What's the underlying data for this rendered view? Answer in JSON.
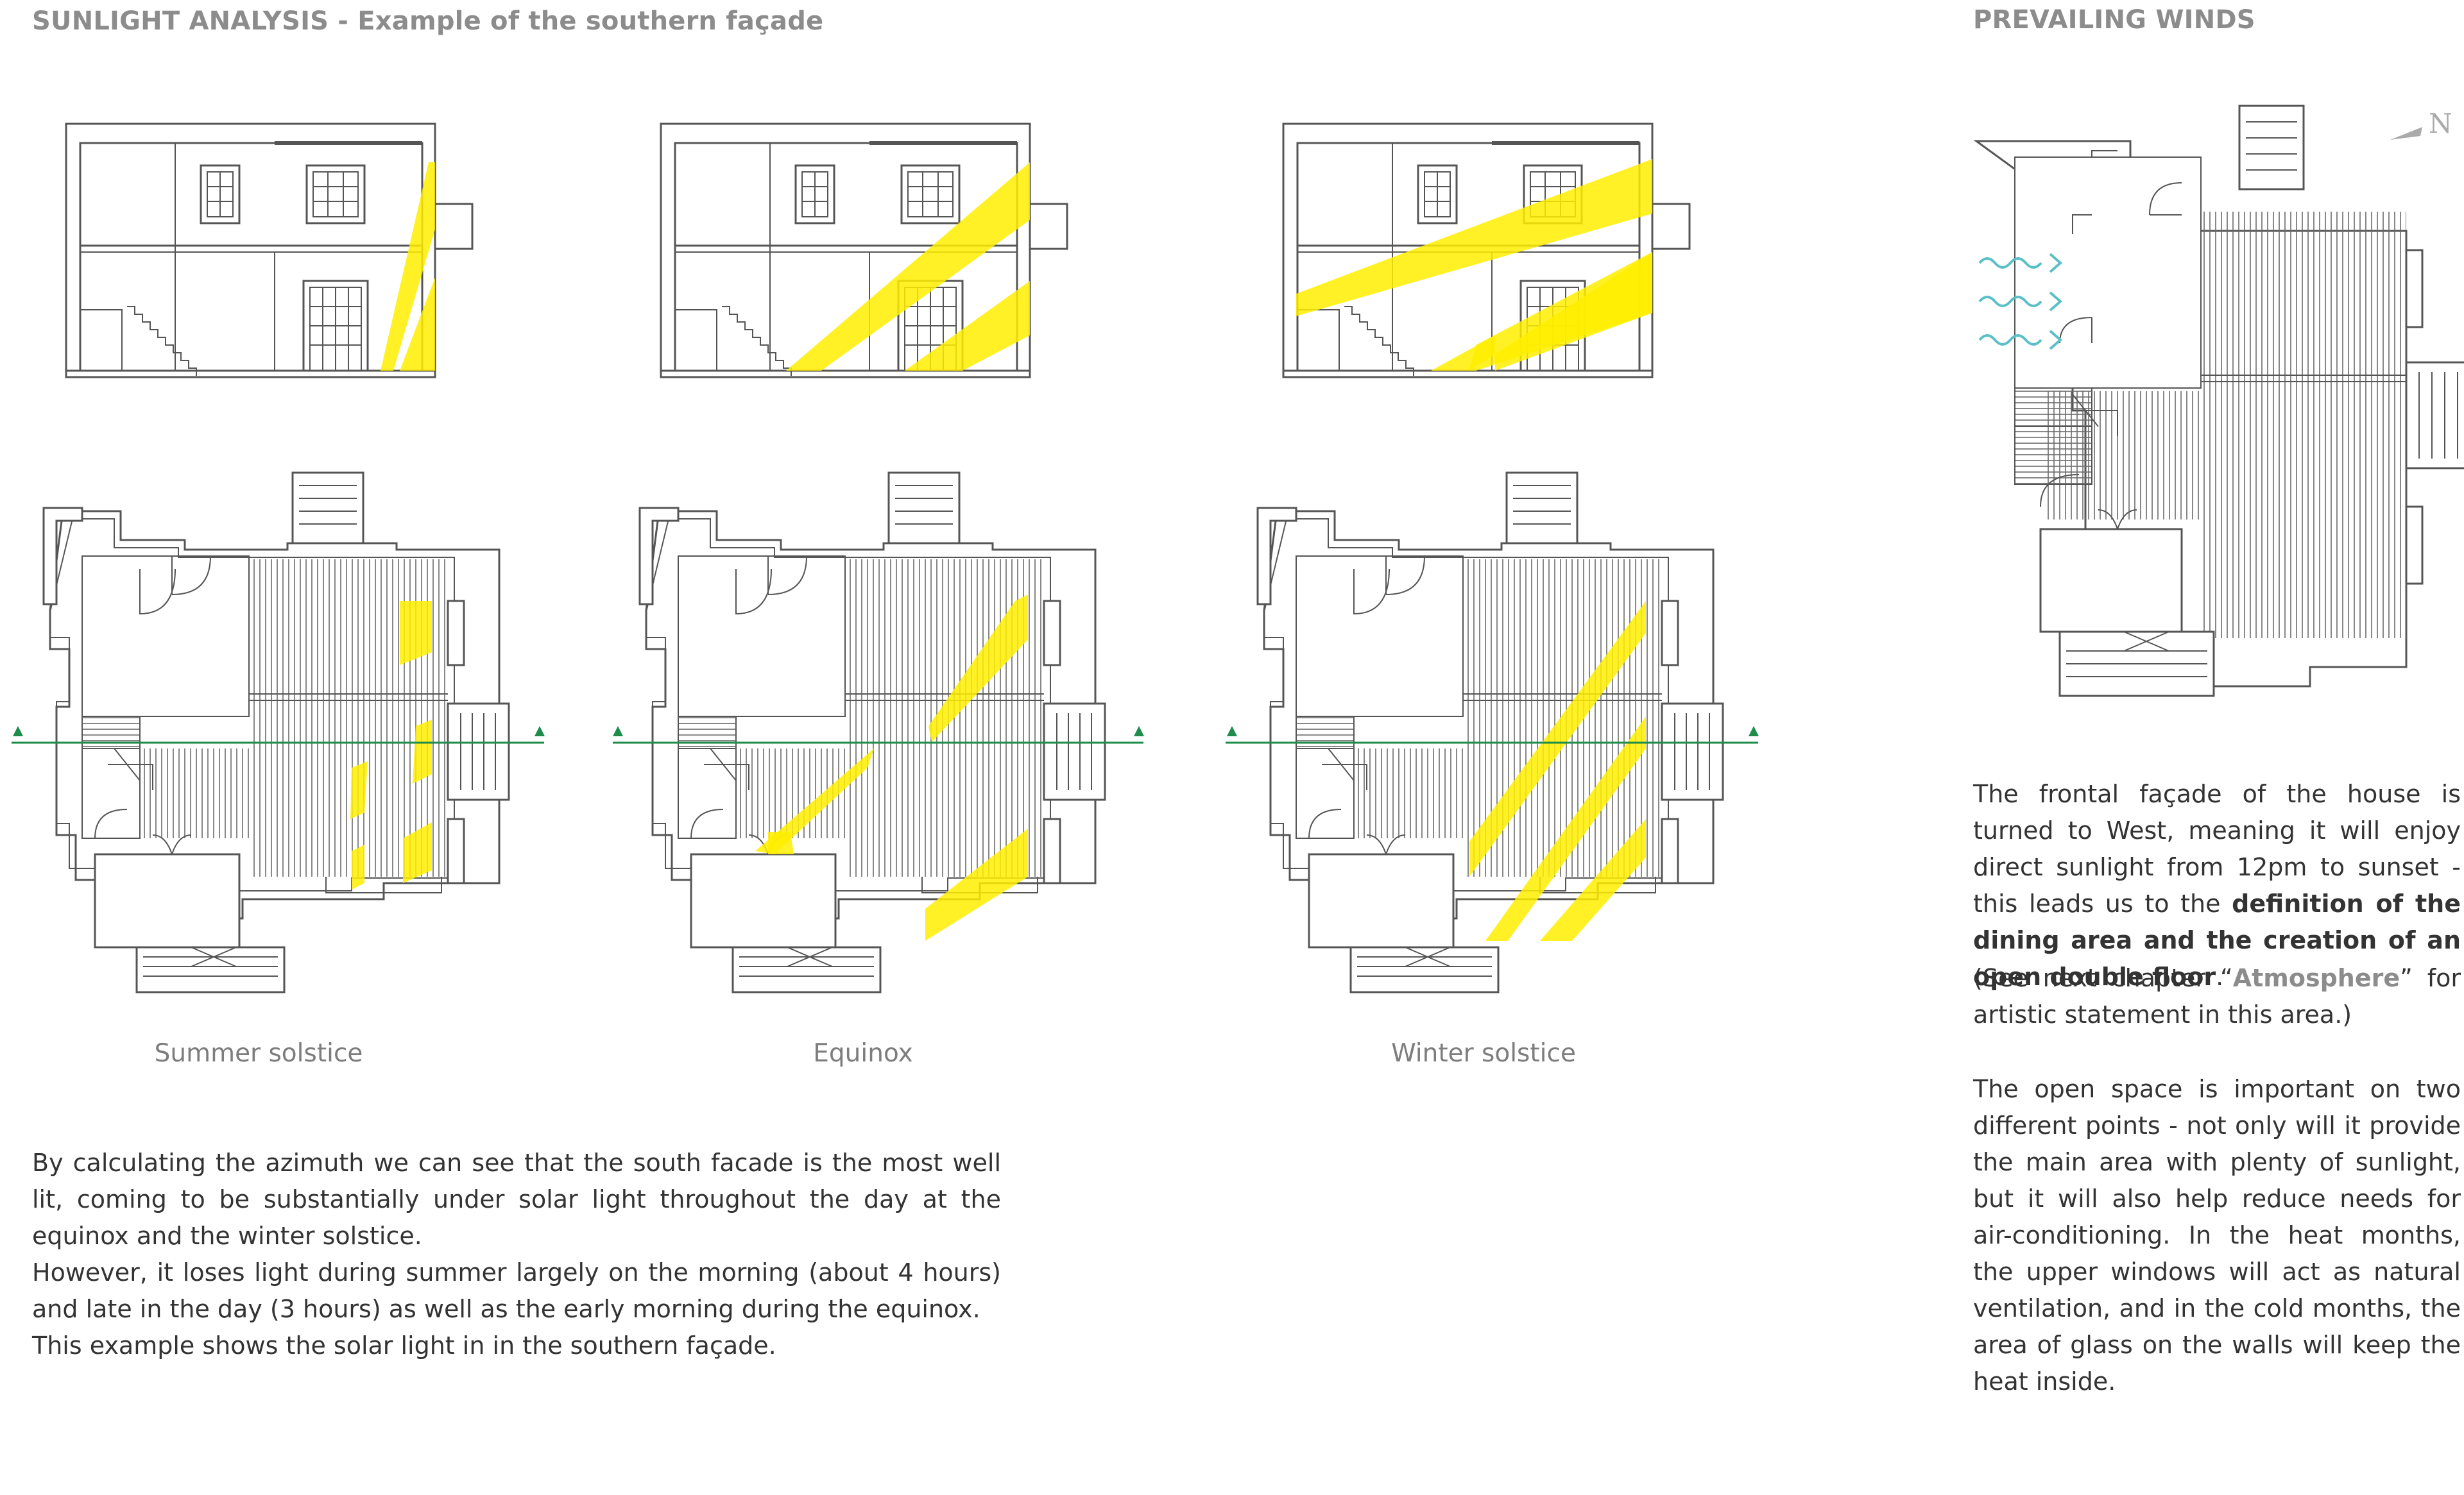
{
  "headings": {
    "sunlight": "SUNLIGHT ANALYSIS - Example of the southern façade",
    "winds": "PREVAILING WINDS"
  },
  "captions": [
    "Summer solstice",
    "Equinox",
    "Winter solstice"
  ],
  "north_label": "N",
  "colors": {
    "sunlight": "#ffee00",
    "section_line": "#1e8c4a",
    "wind": "#5bbfc7",
    "heading": "#8c8c8c",
    "drawing": "#555555"
  },
  "sunlight_paragraph": [
    "By calculating the azimuth we can see that the south facade is the most well lit, coming to be substantially under solar light throughout the day at the equinox and the winter solstice.",
    "However, it loses light during summer largely on the morning (about 4 hours) and late in the day (3 hours) as well as the early morning during the equinox.",
    "This example shows the solar light in in the southern façade."
  ],
  "winds_paragraph_1": {
    "part1": "The frontal façade of the house is turned to West, meaning it will enjoy direct sunlight from 12pm to sunset - this leads us to the ",
    "bold": "definition of the dining area and the creation of an open double floor",
    "part2": "."
  },
  "winds_paragraph_2": {
    "part1": "(See next chapter “",
    "highlight": "Atmosphere",
    "part2": "” for artistic statement in this area.)"
  },
  "winds_paragraph_3": "The open space is important on two different points - not only will it provide the main area with plenty of sunlight, but it will also help reduce needs for air-conditioning. In the heat months, the upper windows will act as natural ventilation, and in the cold months, the area of glass on the walls will keep the heat inside."
}
